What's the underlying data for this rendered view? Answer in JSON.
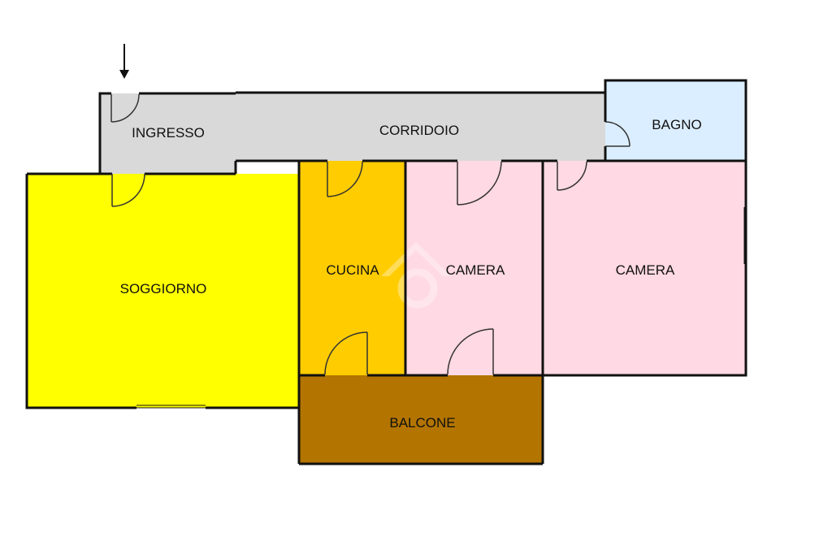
{
  "plan": {
    "rooms": {
      "ingresso": {
        "label": "INGRESSO",
        "color": "#d9d9d9"
      },
      "corridoio": {
        "label": "CORRIDOIO",
        "color": "#d9d9d9"
      },
      "bagno": {
        "label": "BAGNO",
        "color": "#dbeeff"
      },
      "soggiorno": {
        "label": "SOGGIORNO",
        "color": "#ffff00"
      },
      "cucina": {
        "label": "CUCINA",
        "color": "#ffcc00"
      },
      "camera1": {
        "label": "CAMERA",
        "color": "#ffd9e3"
      },
      "camera2": {
        "label": "CAMERA",
        "color": "#ffd9e3"
      },
      "balcone": {
        "label": "BALCONE",
        "color": "#b37400"
      }
    },
    "entrance_icon": "down-arrow-icon",
    "watermark_icon": "house-logo-icon"
  }
}
